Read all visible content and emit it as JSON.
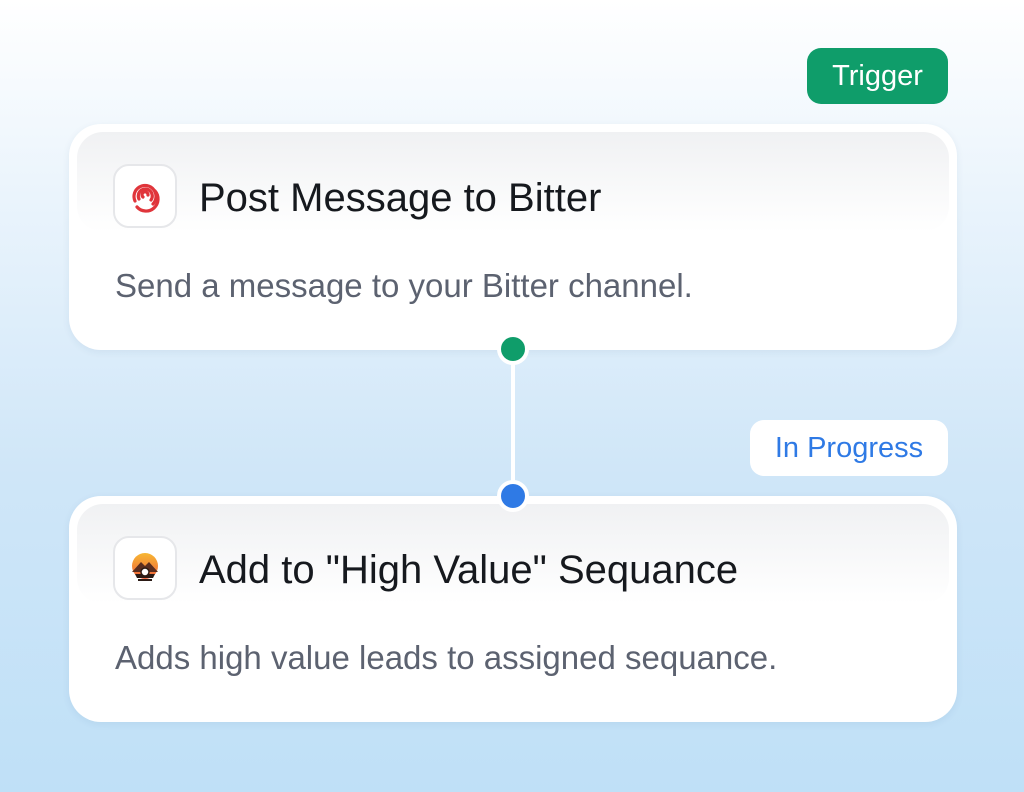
{
  "flow": {
    "steps": [
      {
        "badge": "Trigger",
        "title": "Post Message to Bitter",
        "description": "Send a message to your Bitter channel.",
        "icon": "bitter-logo-icon",
        "status_color": "#0f9d6a"
      },
      {
        "badge": "In Progress",
        "title": "Add to \"High Value\" Sequance",
        "description": "Adds high value leads to assigned sequance.",
        "icon": "sunset-mountain-logo-icon",
        "status_color": "#2f7ae5"
      }
    ]
  }
}
